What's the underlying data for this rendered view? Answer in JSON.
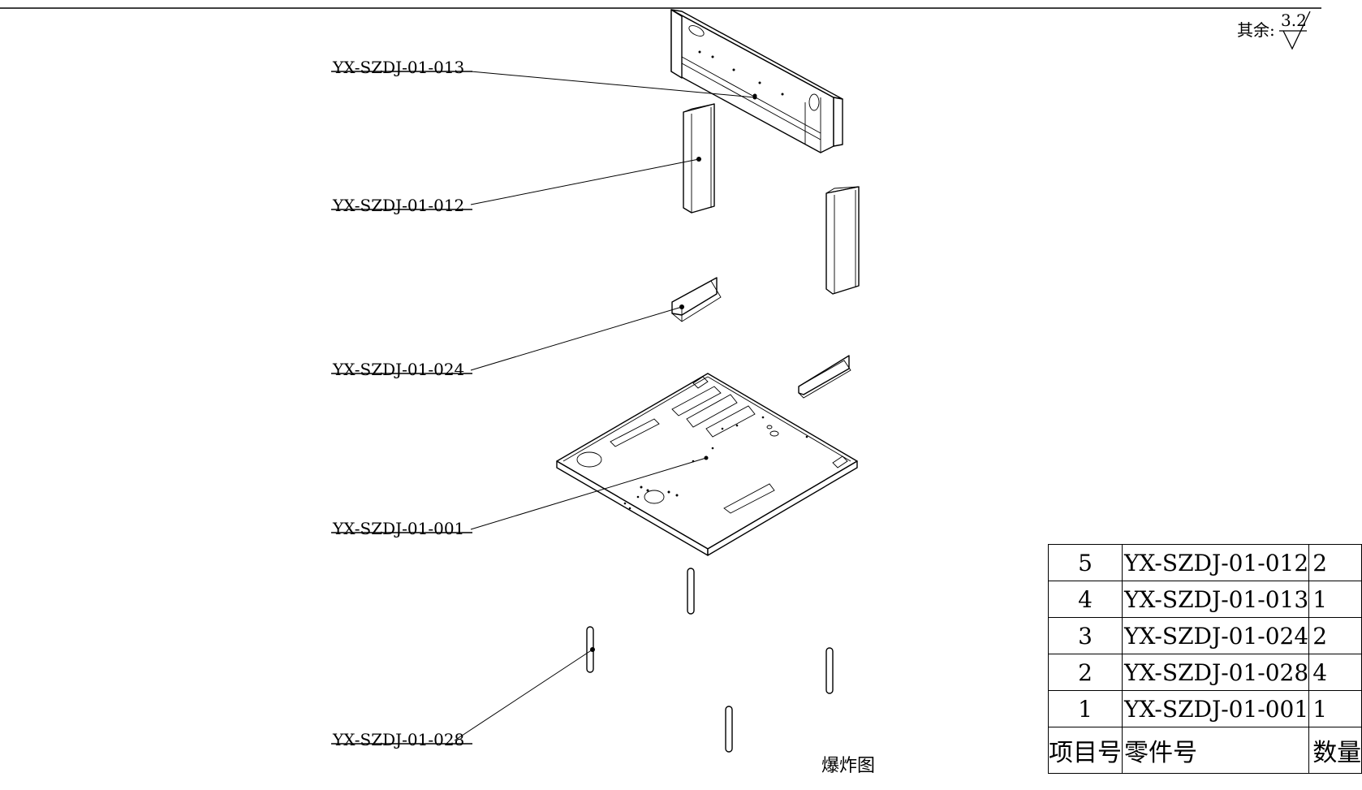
{
  "roughness": {
    "prefix": "其余:",
    "value": "3.2"
  },
  "callouts": [
    {
      "label": "YX-SZDJ-01-013"
    },
    {
      "label": "YX-SZDJ-01-012"
    },
    {
      "label": "YX-SZDJ-01-024"
    },
    {
      "label": "YX-SZDJ-01-001"
    },
    {
      "label": "YX-SZDJ-01-028"
    }
  ],
  "view_label": "爆炸图",
  "bom": {
    "header": {
      "item": "项目号",
      "part": "零件号",
      "qty": "数量"
    },
    "rows": [
      {
        "item": "5",
        "part": "YX-SZDJ-01-012",
        "qty": "2"
      },
      {
        "item": "4",
        "part": "YX-SZDJ-01-013",
        "qty": "1"
      },
      {
        "item": "3",
        "part": "YX-SZDJ-01-024",
        "qty": "2"
      },
      {
        "item": "2",
        "part": "YX-SZDJ-01-028",
        "qty": "4"
      },
      {
        "item": "1",
        "part": "YX-SZDJ-01-001",
        "qty": "1"
      }
    ]
  }
}
